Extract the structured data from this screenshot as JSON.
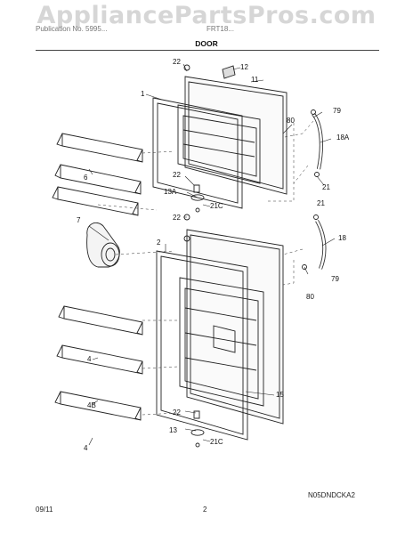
{
  "watermark": "AppliancePartsPros.com",
  "header": {
    "left": "Publication No. 5995...",
    "mid": "FRT18...",
    "title": "DOOR"
  },
  "callouts": [
    "22",
    "12",
    "11",
    "1",
    "80",
    "79",
    "18A",
    "6",
    "22",
    "21",
    "13A",
    "21C",
    "22",
    "21",
    "7",
    "2",
    "18",
    "79",
    "80",
    "4",
    "4B",
    "15",
    "22",
    "13",
    "21C",
    "4"
  ],
  "diagram_code": "N05DNDCKA2",
  "footer": {
    "date": "09/11",
    "page": "2"
  }
}
